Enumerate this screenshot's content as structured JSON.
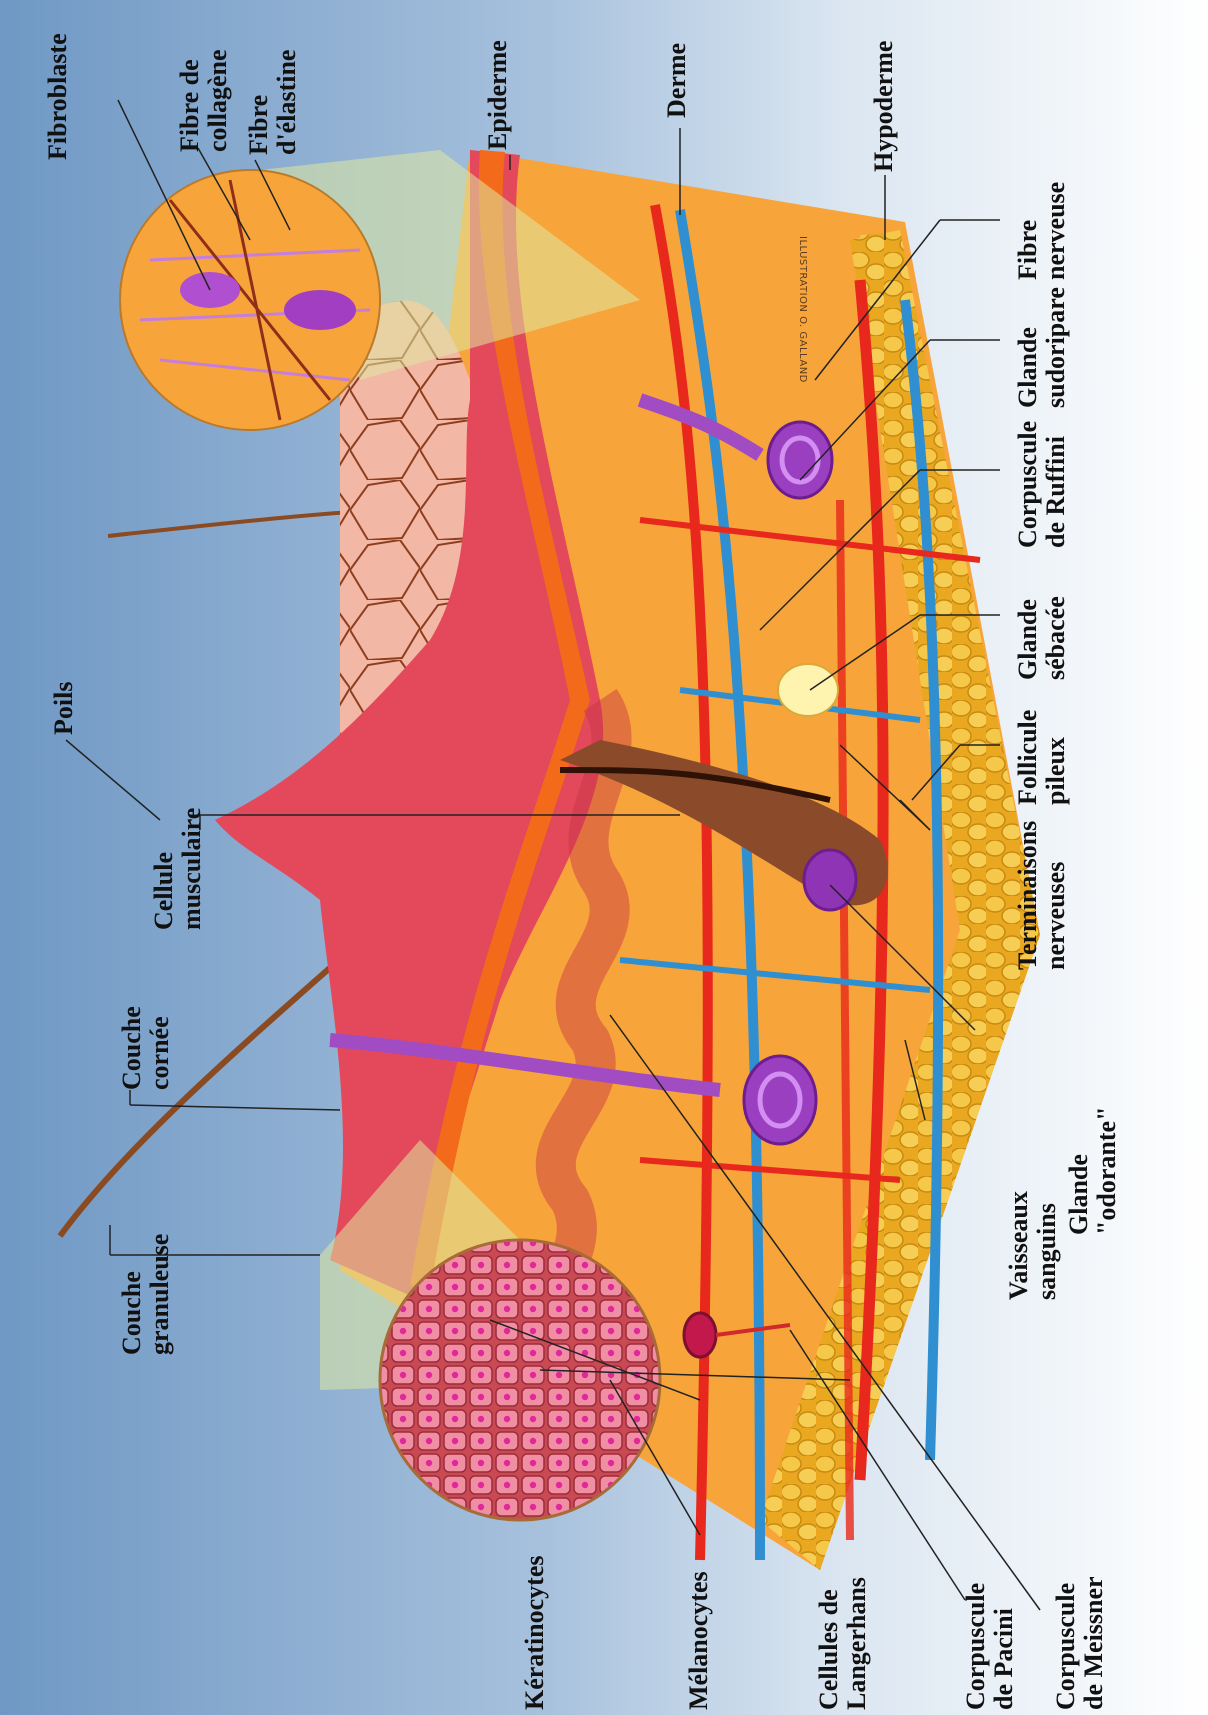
{
  "labels": {
    "fibroblaste": [
      "Fibroblaste"
    ],
    "fibre_collagene": [
      "Fibre de",
      "collagène"
    ],
    "fibre_elastine": [
      "Fibre",
      "d'élastine"
    ],
    "epiderme": [
      "Epiderme"
    ],
    "derme": [
      "Derme"
    ],
    "hypoderme": [
      "Hypoderme"
    ],
    "poils": [
      "Poils"
    ],
    "fibre_nerveuse": [
      "Fibre",
      "nerveuse"
    ],
    "glande_sudoripare": [
      "Glande",
      "sudoripare"
    ],
    "corpuscule_ruffini": [
      "Corpuscule",
      "de Ruffini"
    ],
    "glande_sebacee": [
      "Glande",
      "sébacée"
    ],
    "follicule_pileux": [
      "Follicule",
      "pileux"
    ],
    "terminaisons_nerveuses": [
      "Terminaisons",
      "nerveuses"
    ],
    "cellule_musculaire": [
      "Cellule",
      "musculaire"
    ],
    "couche_cornee": [
      "Couche",
      "cornée"
    ],
    "couche_granuleuse": [
      "Couche",
      "granuleuse"
    ],
    "vaisseaux_sanguins": [
      "Vaisseaux",
      "sanguins"
    ],
    "glande_odorante": [
      "Glande",
      "\"odorante\""
    ],
    "keratinocytes": [
      "Kératinocytes"
    ],
    "melanocytes": [
      "Mélanocytes"
    ],
    "cellules_langerhans": [
      "Cellules de",
      "Langerhans"
    ],
    "corpuscule_pacini": [
      "Corpuscule",
      "de Pacini"
    ],
    "corpuscule_meissner": [
      "Corpuscule",
      "de Meissner"
    ]
  },
  "credit": "ILLUSTRATION O. GALLAND"
}
